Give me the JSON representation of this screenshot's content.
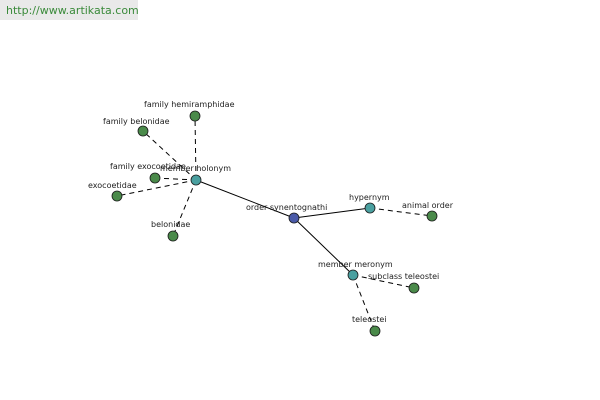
{
  "site": {
    "url_text": "http://www.artikata.com"
  },
  "colors": {
    "center_node": "#4a5aa8",
    "relation_node": "#4aa0a0",
    "term_node": "#4a8a4a",
    "solid_edge": "#000000",
    "dashed_edge": "#000000",
    "url_text": "#3a8a3a",
    "url_bar": "#e9e9e9"
  },
  "graph": {
    "center": {
      "id": "order-synentognathi",
      "label": "order synentognathi"
    },
    "relations": [
      {
        "id": "member-holonym",
        "label": "member holonym"
      },
      {
        "id": "hypernym",
        "label": "hypernym"
      },
      {
        "id": "member-meronym",
        "label": "member meronym"
      }
    ],
    "terms": [
      {
        "id": "family-hemiramphidae",
        "label": "family hemiramphidae",
        "parent": "member-holonym"
      },
      {
        "id": "family-belonidae",
        "label": "family belonidae",
        "parent": "member-holonym"
      },
      {
        "id": "family-exocoetidae",
        "label": "family exocoetidae",
        "parent": "member-holonym"
      },
      {
        "id": "exocoetidae",
        "label": "exocoetidae",
        "parent": "member-holonym"
      },
      {
        "id": "belonidae",
        "label": "belonidae",
        "parent": "member-holonym"
      },
      {
        "id": "animal-order",
        "label": "animal order",
        "parent": "hypernym"
      },
      {
        "id": "subclass-teleostei",
        "label": "subclass teleostei",
        "parent": "member-meronym"
      },
      {
        "id": "teleostei",
        "label": "teleostei",
        "parent": "member-meronym"
      }
    ]
  }
}
